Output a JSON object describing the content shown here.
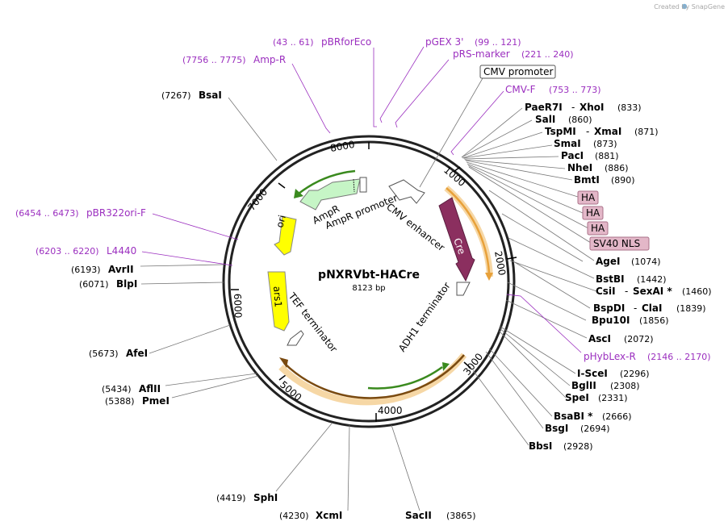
{
  "watermark": "Created by SnapGene",
  "plasmid": {
    "name": "pNXRVbt-HACre",
    "size": "8123 bp"
  },
  "enzymes": [
    {
      "name": "BsaI",
      "pos": "(7267)"
    },
    {
      "name": "PaeR7I",
      "name2": "XhoI",
      "pos": "(833)"
    },
    {
      "name": "SalI",
      "pos": "(860)"
    },
    {
      "name": "TspMI",
      "name2": "XmaI",
      "pos": "(871)"
    },
    {
      "name": "SmaI",
      "pos": "(873)"
    },
    {
      "name": "PacI",
      "pos": "(881)"
    },
    {
      "name": "NheI",
      "pos": "(886)"
    },
    {
      "name": "BmtI",
      "pos": "(890)"
    },
    {
      "name": "AgeI",
      "pos": "(1074)"
    },
    {
      "name": "BstBI",
      "pos": "(1442)"
    },
    {
      "name": "CsiI",
      "name2": "SexAI *",
      "pos": "(1460)"
    },
    {
      "name": "BspDI",
      "name2": "ClaI",
      "pos": "(1839)"
    },
    {
      "name": "Bpu10I",
      "pos": "(1856)"
    },
    {
      "name": "AscI",
      "pos": "(2072)"
    },
    {
      "name": "I-SceI",
      "pos": "(2296)"
    },
    {
      "name": "BglII",
      "pos": "(2308)"
    },
    {
      "name": "SpeI",
      "pos": "(2331)"
    },
    {
      "name": "BsaBI *",
      "pos": "(2666)"
    },
    {
      "name": "BsgI",
      "pos": "(2694)"
    },
    {
      "name": "BbsI",
      "pos": "(2928)"
    },
    {
      "name": "SacII",
      "pos": "(3865)"
    },
    {
      "name": "XcmI",
      "pos": "(4230)"
    },
    {
      "name": "SphI",
      "pos": "(4419)"
    },
    {
      "name": "PmeI",
      "pos": "(5388)"
    },
    {
      "name": "AflII",
      "pos": "(5434)"
    },
    {
      "name": "AfeI",
      "pos": "(5673)"
    },
    {
      "name": "BlpI",
      "pos": "(6071)"
    },
    {
      "name": "AvrII",
      "pos": "(6193)"
    }
  ],
  "primers": [
    {
      "name": "pBRforEco",
      "range": "(43 .. 61)"
    },
    {
      "name": "Amp-R",
      "range": "(7756 .. 7775)"
    },
    {
      "name": "pGEX 3'",
      "range": "(99 .. 121)"
    },
    {
      "name": "pRS-marker",
      "range": "(221 .. 240)"
    },
    {
      "name": "CMV-F",
      "range": "(753 .. 773)"
    },
    {
      "name": "pHybLex-R",
      "range": "(2146 .. 2170)"
    },
    {
      "name": "pBR322ori-F",
      "range": "(6454 .. 6473)"
    },
    {
      "name": "L4440",
      "range": "(6203 .. 6220)"
    }
  ],
  "features": {
    "cmv_promoter": "CMV promoter",
    "ha": "HA",
    "sv40_nls": "SV40 NLS",
    "cmv_enhancer": "CMV enhancer",
    "cre": "Cre",
    "adh1_terminator": "ADH1 terminator",
    "tef_terminator": "TEF terminator",
    "ars1": "ars1",
    "ori": "ori",
    "ampr": "AmpR",
    "ampr_promoter": "AmpR promoter"
  },
  "ticks": [
    "1000",
    "2000",
    "3000",
    "4000",
    "5000",
    "6000",
    "7000",
    "8000"
  ],
  "colors": {
    "primer": "#9b2fbf",
    "cre": "#8b2f5f",
    "ampr_fill": "#c6f5c6",
    "ori_fill": "#ffff00",
    "ars1_fill": "#ffff00",
    "orf_orange": "#e8a13a",
    "orf_green": "#3a8a1e",
    "ha_fill": "#e3b7c8"
  }
}
